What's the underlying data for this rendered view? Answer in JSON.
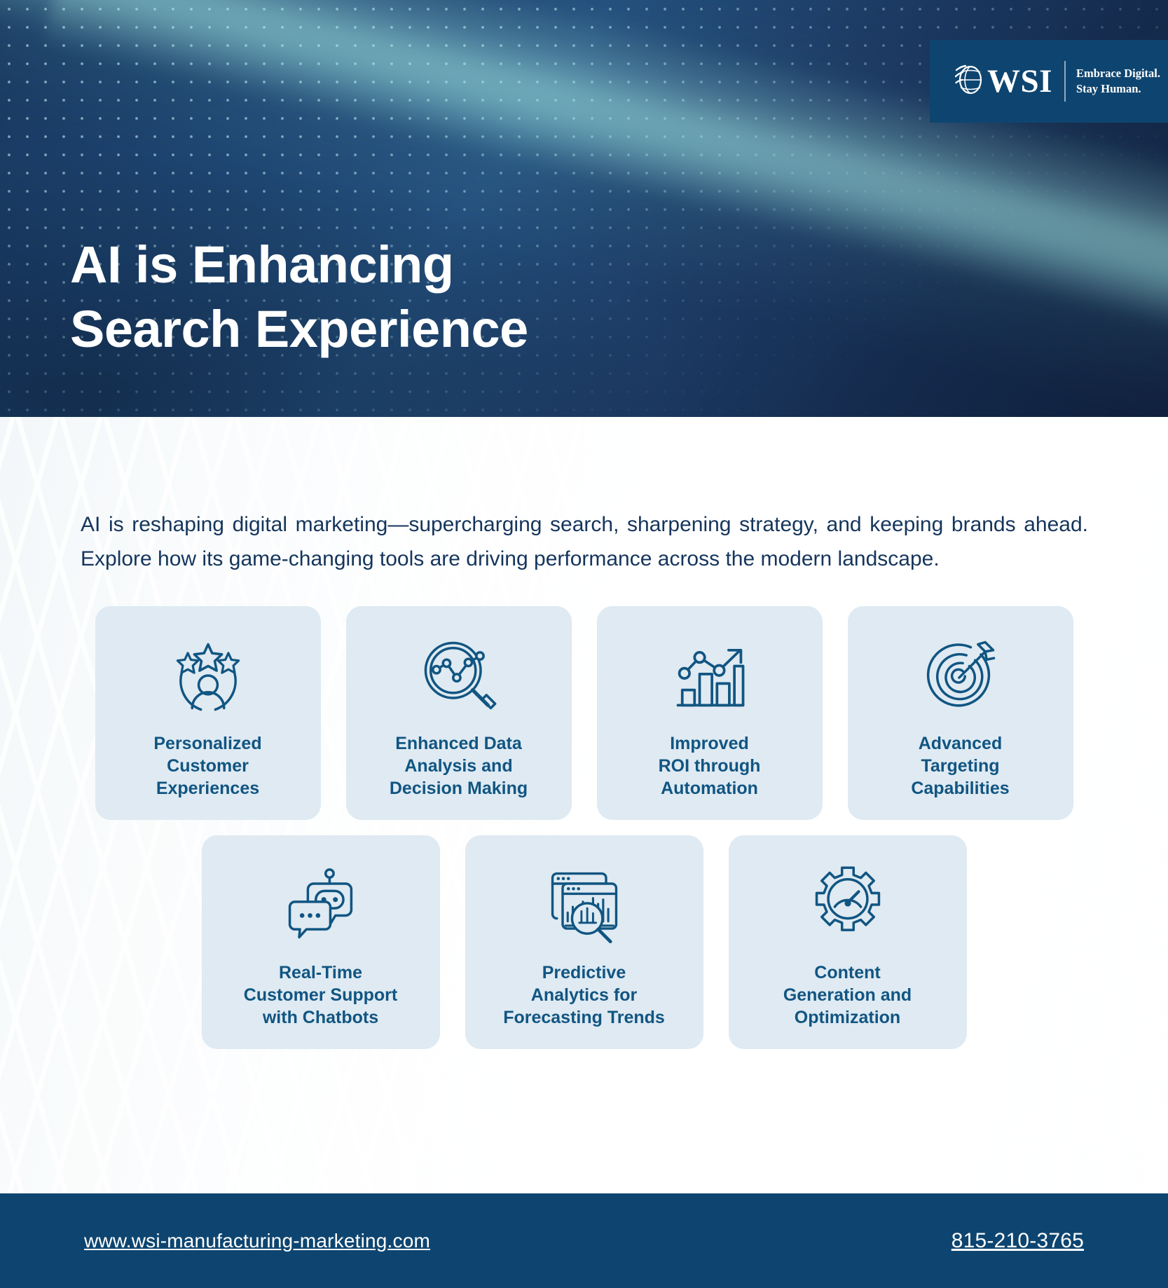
{
  "brand": {
    "logo_text": "WSI",
    "logo_icon": "globe-icon",
    "tagline_line1": "Embrace Digital.",
    "tagline_line2": "Stay Human.",
    "accent_dark": "#0e4570",
    "accent_text": "#115582",
    "card_bg": "#dfeaf2"
  },
  "header": {
    "title_line1": "AI is Enhancing",
    "title_line2": "Search Experience"
  },
  "main": {
    "intro": "AI is reshaping digital marketing—supercharging search, sharpening strategy, and keeping brands ahead. Explore how its game-changing tools are driving performance across the modern landscape.",
    "cards_row1": [
      {
        "icon": "stars-person-icon",
        "label": "Personalized\nCustomer\nExperiences"
      },
      {
        "icon": "magnifier-linechart-icon",
        "label": "Enhanced Data\nAnalysis and\nDecision Making"
      },
      {
        "icon": "bar-chart-arrow-icon",
        "label": "Improved\nROI through\nAutomation"
      },
      {
        "icon": "target-arrow-icon",
        "label": "Advanced\nTargeting\nCapabilities"
      }
    ],
    "cards_row2": [
      {
        "icon": "chatbot-icon",
        "label": "Real-Time\nCustomer Support\nwith Chatbots"
      },
      {
        "icon": "windows-barchart-magnifier-icon",
        "label": "Predictive\nAnalytics for\nForecasting Trends"
      },
      {
        "icon": "gear-gauge-icon",
        "label": "Content\nGeneration and\nOptimization"
      }
    ]
  },
  "footer": {
    "url": "www.wsi-manufacturing-marketing.com",
    "phone": "815-210-3765"
  }
}
